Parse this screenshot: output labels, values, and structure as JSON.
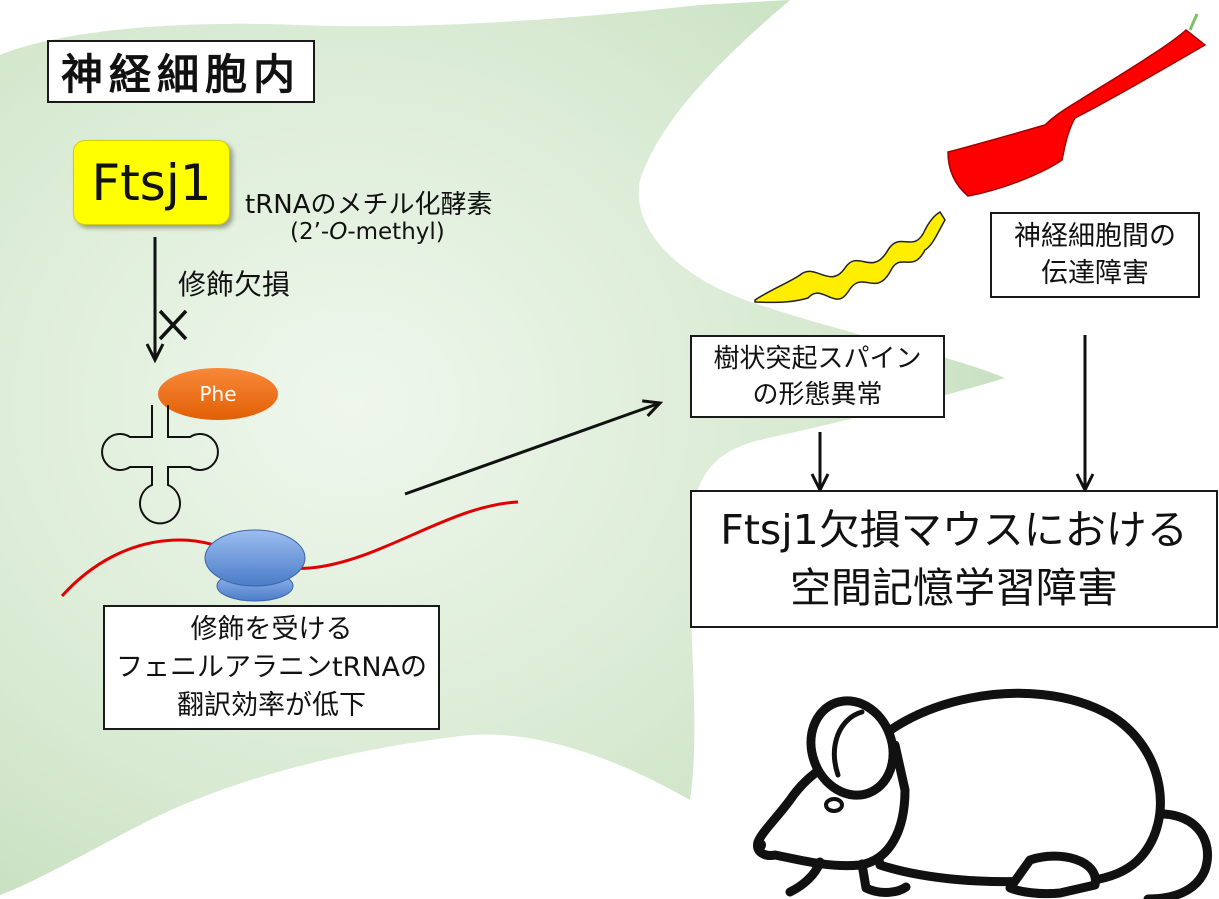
{
  "title": "神経細胞内",
  "gene": {
    "name": "Ftsj1",
    "color": "#ffff00"
  },
  "enzyme": {
    "line1": "tRNAのメチル化酵素",
    "prefix": "(2’-",
    "italic": "O",
    "suffix": "-methyl)"
  },
  "defect_label": "修飾欠損",
  "amino_acid": {
    "label": "Phe",
    "color": "#f06b10"
  },
  "translation_box": {
    "lines": [
      "修飾を受ける",
      "フェニルアラニンtRNAの",
      "翻訳効率が低下"
    ]
  },
  "spine_box": {
    "lines": [
      "樹状突起スパイン",
      "の形態異常"
    ]
  },
  "transmission_box": {
    "lines": [
      "神経細胞間の",
      "伝達障害"
    ]
  },
  "result_box": {
    "lines": [
      "Ftsj1欠損マウスにおける",
      "空間記憶学習障害"
    ]
  },
  "colors": {
    "neuron": "#d8ead2",
    "mrna": "#e00000",
    "ribosome": "#4a7cc8",
    "spine": "#ffee00",
    "synapse": "#ff0000",
    "arrow": "#111111"
  },
  "icons": [
    "neuron-shape",
    "trna-cloverleaf-icon",
    "ribosome-icon",
    "dendritic-spine-icon",
    "synapse-icon",
    "mouse-icon"
  ]
}
